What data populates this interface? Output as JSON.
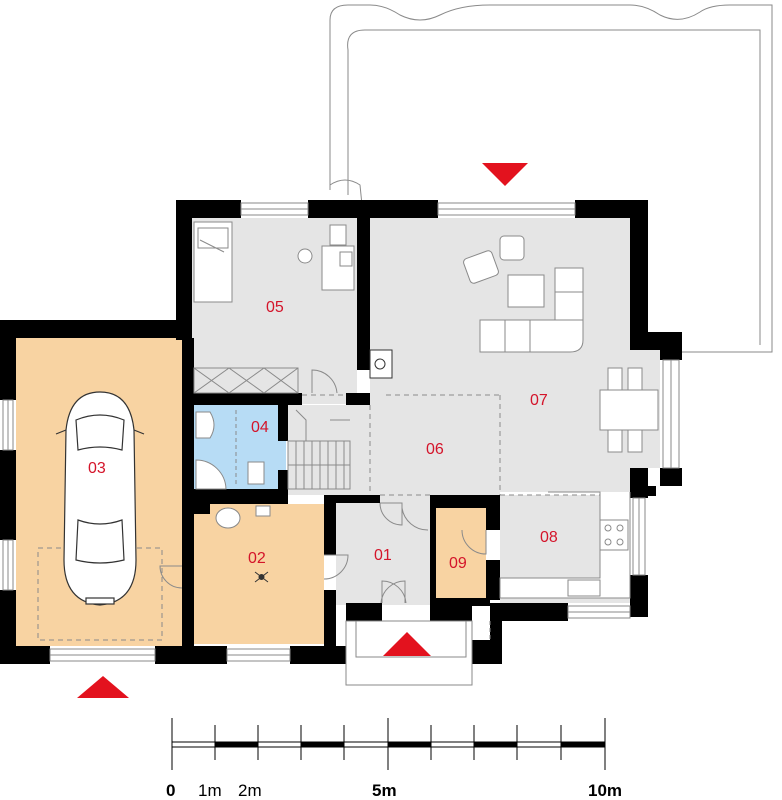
{
  "rooms": [
    {
      "id": "01",
      "label": "01"
    },
    {
      "id": "02",
      "label": "02"
    },
    {
      "id": "03",
      "label": "03"
    },
    {
      "id": "04",
      "label": "04"
    },
    {
      "id": "05",
      "label": "05"
    },
    {
      "id": "06",
      "label": "06"
    },
    {
      "id": "07",
      "label": "07"
    },
    {
      "id": "08",
      "label": "08"
    },
    {
      "id": "09",
      "label": "09"
    }
  ],
  "scale": {
    "label_0": "0",
    "label_1m": "1m",
    "label_2m": "2m",
    "label_5m": "5m",
    "label_10m": "10m"
  },
  "colors": {
    "wall": "#000000",
    "floor_grey": "#e5e5e5",
    "floor_orange": "#f8d3a2",
    "floor_blue": "#b7dcf5",
    "label_red": "#d4142a",
    "arrow_red": "#e3121e",
    "line_grey": "#8a8a8a"
  },
  "icons": [
    "entrance-arrow-icon",
    "terrace-arrow-icon",
    "garage-arrow-icon",
    "car-icon",
    "sofa-icon",
    "dining-table-icon",
    "bed-icon",
    "desk-icon",
    "stairs-icon",
    "toilet-icon",
    "shower-icon",
    "stove-icon",
    "sink-icon",
    "fireplace-icon"
  ]
}
